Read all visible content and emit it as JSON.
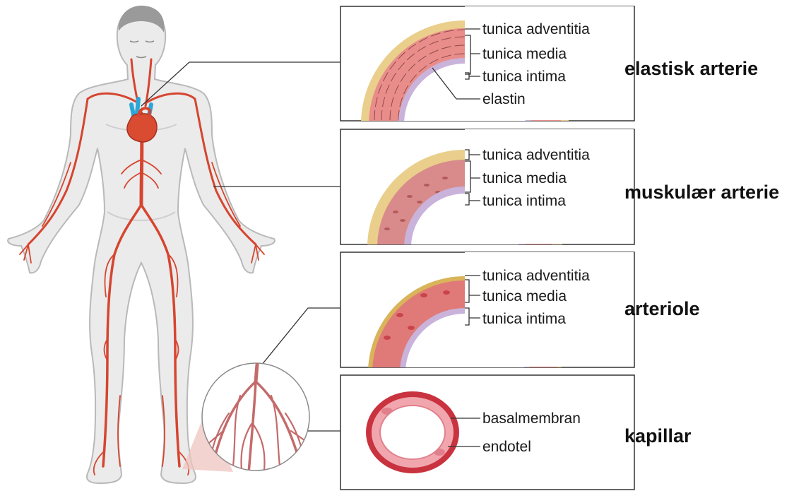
{
  "panels": [
    {
      "title": "elastisk arterie",
      "labels": [
        "tunica adventitia",
        "tunica media",
        "tunica intima",
        "elastin"
      ]
    },
    {
      "title": "muskulær arterie",
      "labels": [
        "tunica adventitia",
        "tunica media",
        "tunica intima"
      ]
    },
    {
      "title": "arteriole",
      "labels": [
        "tunica adventitia",
        "tunica media",
        "tunica intima"
      ]
    },
    {
      "title": "kapillar",
      "labels": [
        "basalmembran",
        "endotel"
      ]
    }
  ],
  "colors": {
    "artery": "#d6452f",
    "vein_blue": "#2aa7d8",
    "body_fill": "#ebebeb",
    "body_outline": "#b9b9b9",
    "adventitia": "#e9cf8b",
    "media": "#e98d8a",
    "intima": "#c9b3da",
    "capillary_wall": "#c9333f",
    "panel_border": "#333333"
  }
}
